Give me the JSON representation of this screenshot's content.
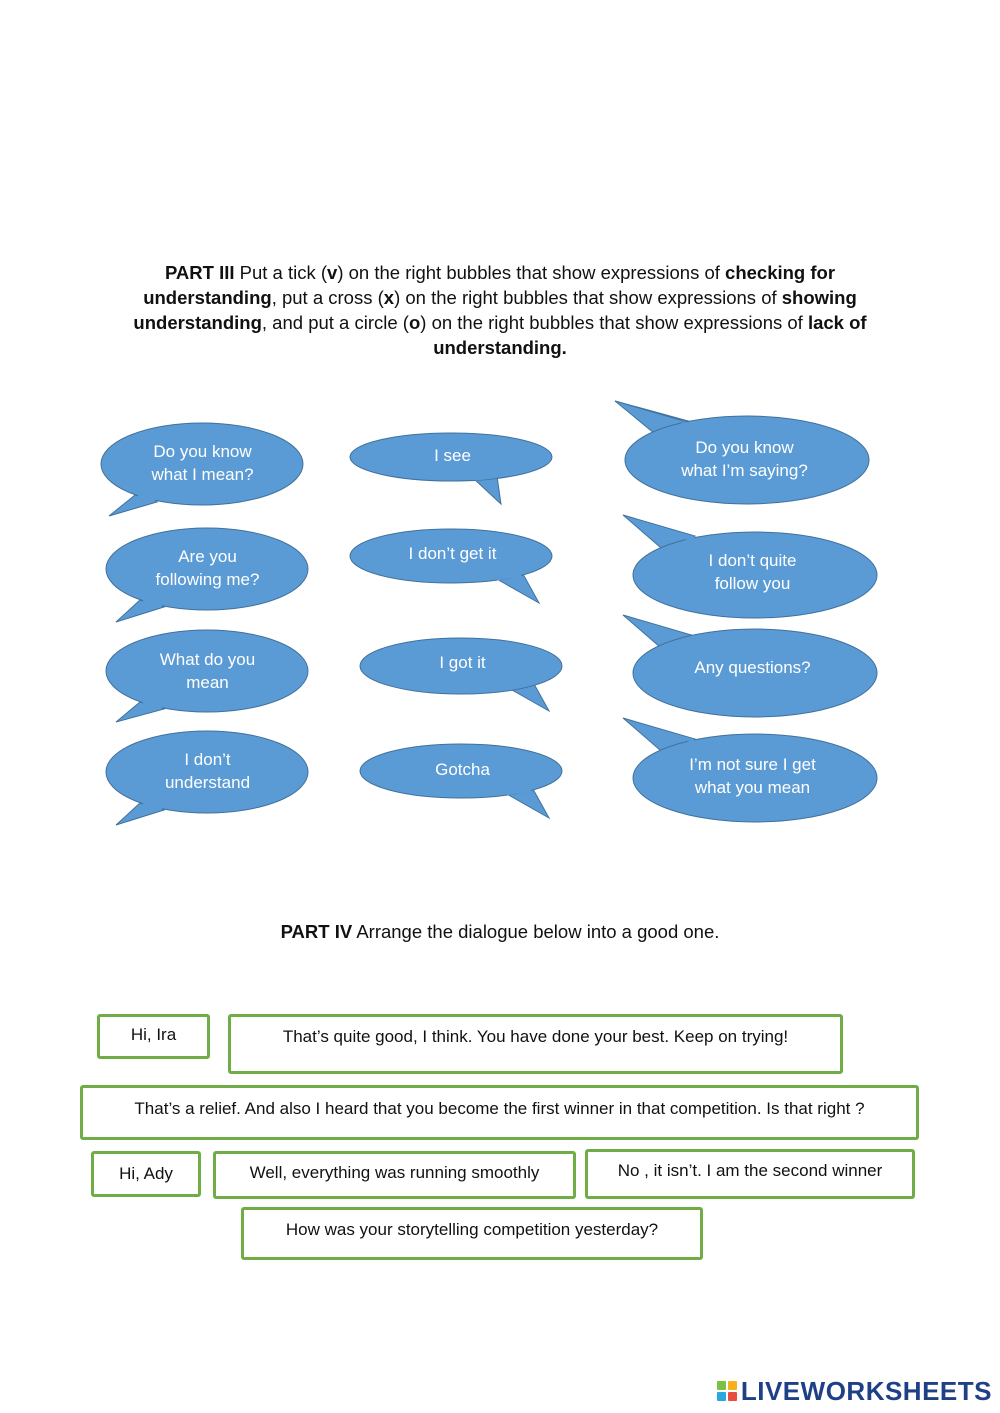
{
  "part3": {
    "label": "PART III",
    "t1": " Put a tick (",
    "tick": "v",
    "t2": ") on the right bubbles that show expressions of ",
    "b1": "checking for understanding",
    "t3": ", put a cross (",
    "cross": "x",
    "t4": ") on the right bubbles that show expressions of ",
    "b2": "showing understanding",
    "t5": ", and put a circle (",
    "circle": "o",
    "t6": ") on the right bubbles that show expressions of ",
    "b3": "lack of understanding."
  },
  "bubbles": {
    "b1": {
      "line1": "Do you know",
      "line2": "what I mean?"
    },
    "b2": {
      "line1": "I see"
    },
    "b3": {
      "line1": "Do you know",
      "line2": "what I’m saying?"
    },
    "b4": {
      "line1": "Are you",
      "line2": "following me?"
    },
    "b5": {
      "line1": "I don’t get it"
    },
    "b6": {
      "line1": "I don’t quite",
      "line2": "follow you"
    },
    "b7": {
      "line1": "What do you",
      "line2": "mean"
    },
    "b8": {
      "line1": "I got it"
    },
    "b9": {
      "line1": "Any questions?"
    },
    "b10": {
      "line1": "I don’t",
      "line2": "understand"
    },
    "b11": {
      "line1": "Gotcha"
    },
    "b12": {
      "line1": "I’m not sure I get",
      "line2": "what you mean"
    }
  },
  "part4": {
    "label": "PART IV",
    "text": " Arrange the dialogue below into a good one."
  },
  "dialogue": {
    "d1": "Hi, Ira",
    "d2": "That’s quite good, I think. You have done your best. Keep on trying!",
    "d3": "That’s a relief. And also I heard that you become the first winner in that competition. Is that right ?",
    "d4": "Hi, Ady",
    "d5": "Well, everything was running smoothly",
    "d6": "No , it isn’t. I am the second winner",
    "d7": "How was your storytelling competition yesterday?"
  },
  "colors": {
    "bubble_fill": "#5b9bd5",
    "bubble_stroke": "#41719c",
    "box_border": "#70ad47"
  },
  "logo": {
    "text": "LIVEWORKSHEETS"
  }
}
